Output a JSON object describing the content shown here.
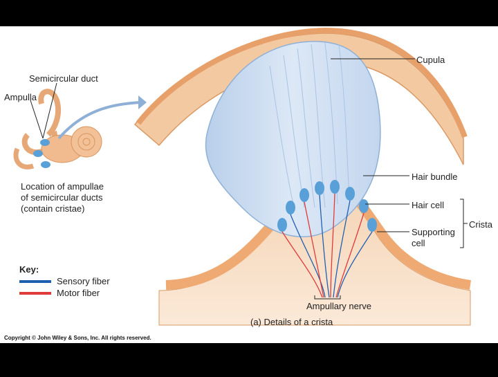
{
  "labels": {
    "semicircular_duct": "Semicircular duct",
    "ampulla": "Ampulla",
    "location_line1": "Location of ampullae",
    "location_line2": "of semicircular ducts",
    "location_line3": "(contain cristae)",
    "cupula": "Cupula",
    "hair_bundle": "Hair bundle",
    "hair_cell": "Hair cell",
    "supporting_cell_line1": "Supporting",
    "supporting_cell_line2": "cell",
    "crista": "Crista",
    "ampullary_nerve": "Ampullary nerve",
    "caption": "(a) Details of a crista"
  },
  "key": {
    "title": "Key:",
    "items": [
      {
        "label": "Sensory fiber",
        "color": "#1f5fb0"
      },
      {
        "label": "Motor fiber",
        "color": "#e03a3a"
      }
    ]
  },
  "copyright": "Copyright © John Wiley & Sons, Inc. All rights reserved.",
  "colors": {
    "background": "#ffffff",
    "frame": "#000000",
    "epithelium": "#f0b27a",
    "tissue": "#f7dcc0",
    "cupula": "#c9dcf0",
    "sensory": "#1f5fb0",
    "motor": "#e03a3a"
  }
}
